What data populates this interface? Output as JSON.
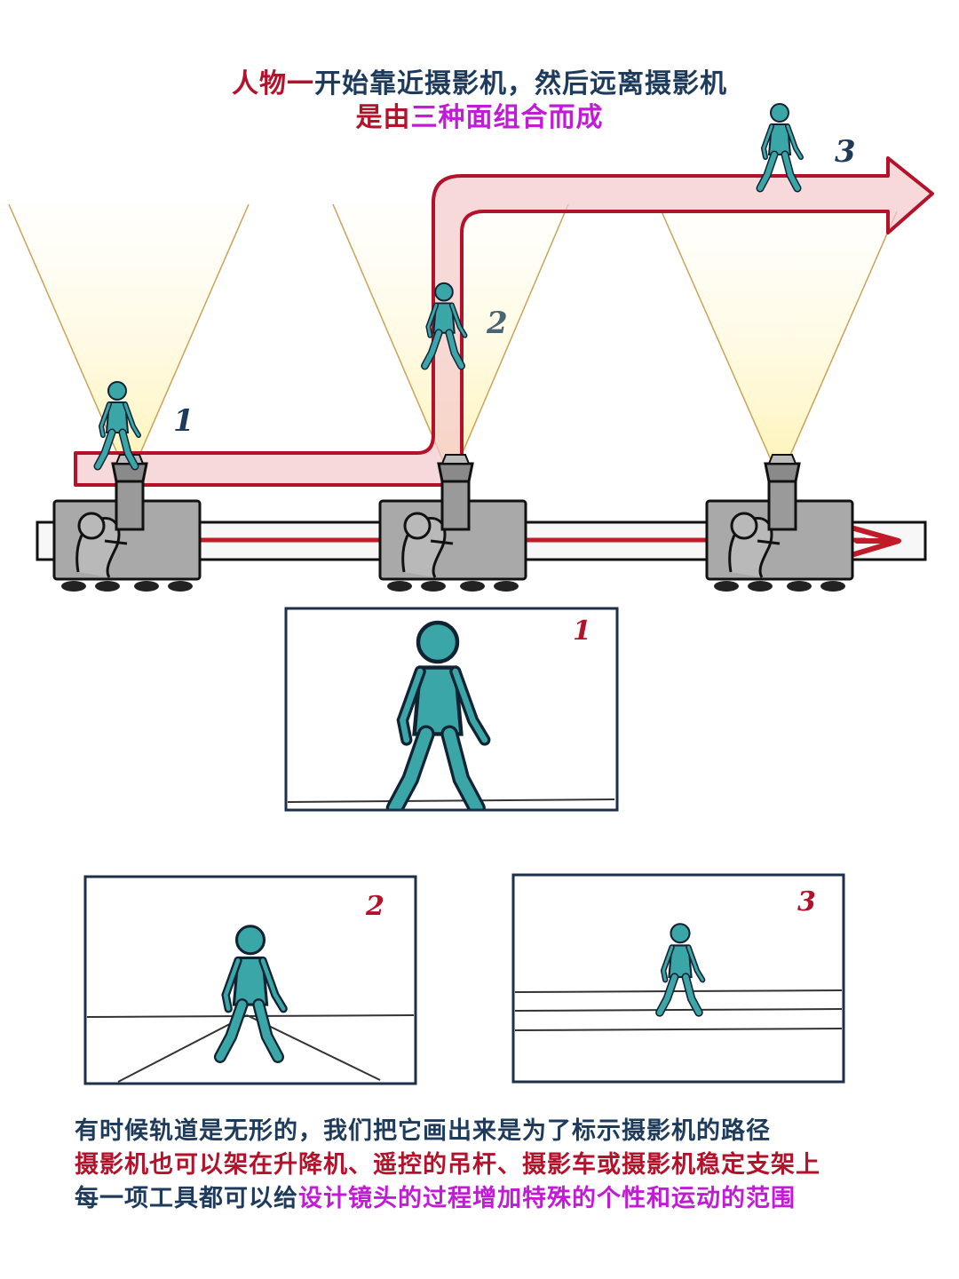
{
  "title": {
    "line1_a": "人物一",
    "line1_b": "开始靠近摄影机，然后远离摄影机",
    "line2_a": "是由",
    "line2_b": "三种面组合而成"
  },
  "markers": {
    "one": "1",
    "two": "2",
    "three": "3"
  },
  "captions": {
    "line1": "有时候轨道是无形的，我们把它画出来是为了标示摄影机的路径",
    "line2": "摄影机也可以架在升降机、遥控的吊杆、摄影车或摄影机稳定支架上",
    "line3_a": "每一项工具都可以给",
    "line3_b": "设计镜头的过程增加特殊的个性和运动的范围"
  },
  "colors": {
    "red": "#b3122a",
    "navy": "#1f3b5c",
    "magenta": "#c21bd6",
    "figure": "#3aa6a8",
    "dolly": "#a9a9a9"
  }
}
